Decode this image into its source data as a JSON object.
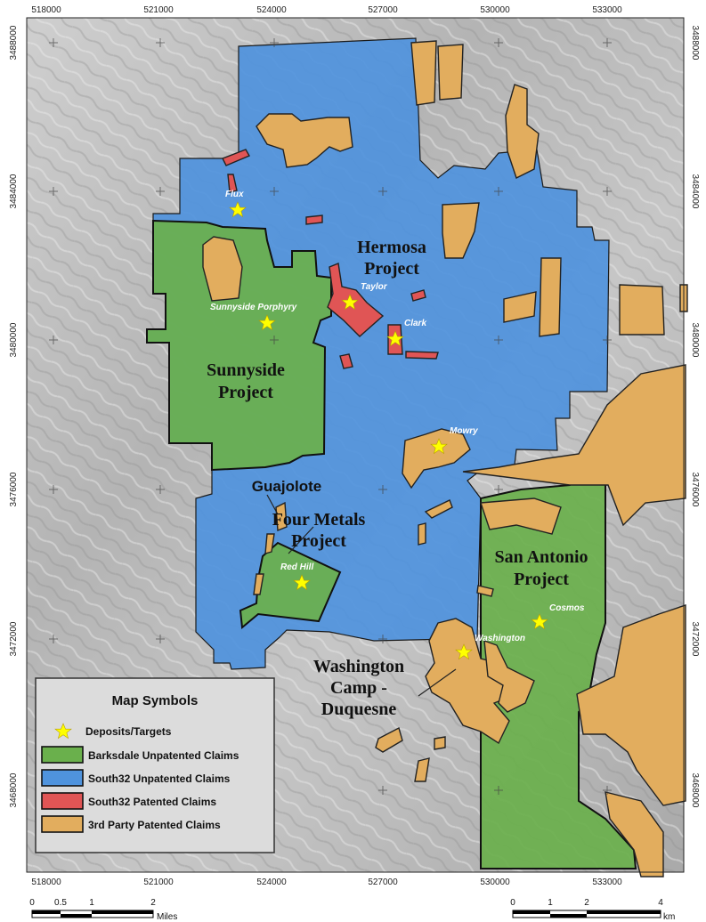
{
  "map": {
    "x_ticks": [
      "518000",
      "521000",
      "524000",
      "527000",
      "530000",
      "533000"
    ],
    "y_ticks": [
      "3488000",
      "3484000",
      "3480000",
      "3476000",
      "3472000",
      "3468000"
    ],
    "projects": {
      "hermosa": [
        "Hermosa",
        "Project"
      ],
      "sunnyside": [
        "Sunnyside",
        "Project"
      ],
      "guajolote": "Guajolote",
      "four_metals": [
        "Four Metals",
        "Project"
      ],
      "san_antonio": [
        "San Antonio",
        "Project"
      ],
      "washington_camp": [
        "Washington",
        "Camp -",
        "Duquesne"
      ]
    },
    "deposits": {
      "flux": "Flux",
      "taylor": "Taylor",
      "clark": "Clark",
      "sunnyside_porphyry": "Sunnyside Porphyry",
      "mowry": "Mowry",
      "red_hill": "Red Hill",
      "cosmos": "Cosmos",
      "washington": "Washington"
    },
    "legend": {
      "title": "Map Symbols",
      "items": [
        {
          "label": "Deposits/Targets",
          "color": "#ffff00"
        },
        {
          "label": "Barksdale Unpatented Claims",
          "color": "#6ab04c"
        },
        {
          "label": "South32 Unpatented Claims",
          "color": "#4f93dd"
        },
        {
          "label": "South32 Patented Claims",
          "color": "#e05555"
        },
        {
          "label": "3rd Party Patented Claims",
          "color": "#e2ad5e"
        }
      ]
    },
    "scale_miles": {
      "ticks": [
        "0",
        "0.5",
        "1",
        "2"
      ],
      "unit": "Miles"
    },
    "scale_km": {
      "ticks": [
        "0",
        "1",
        "2",
        "4"
      ],
      "unit": "km"
    }
  }
}
